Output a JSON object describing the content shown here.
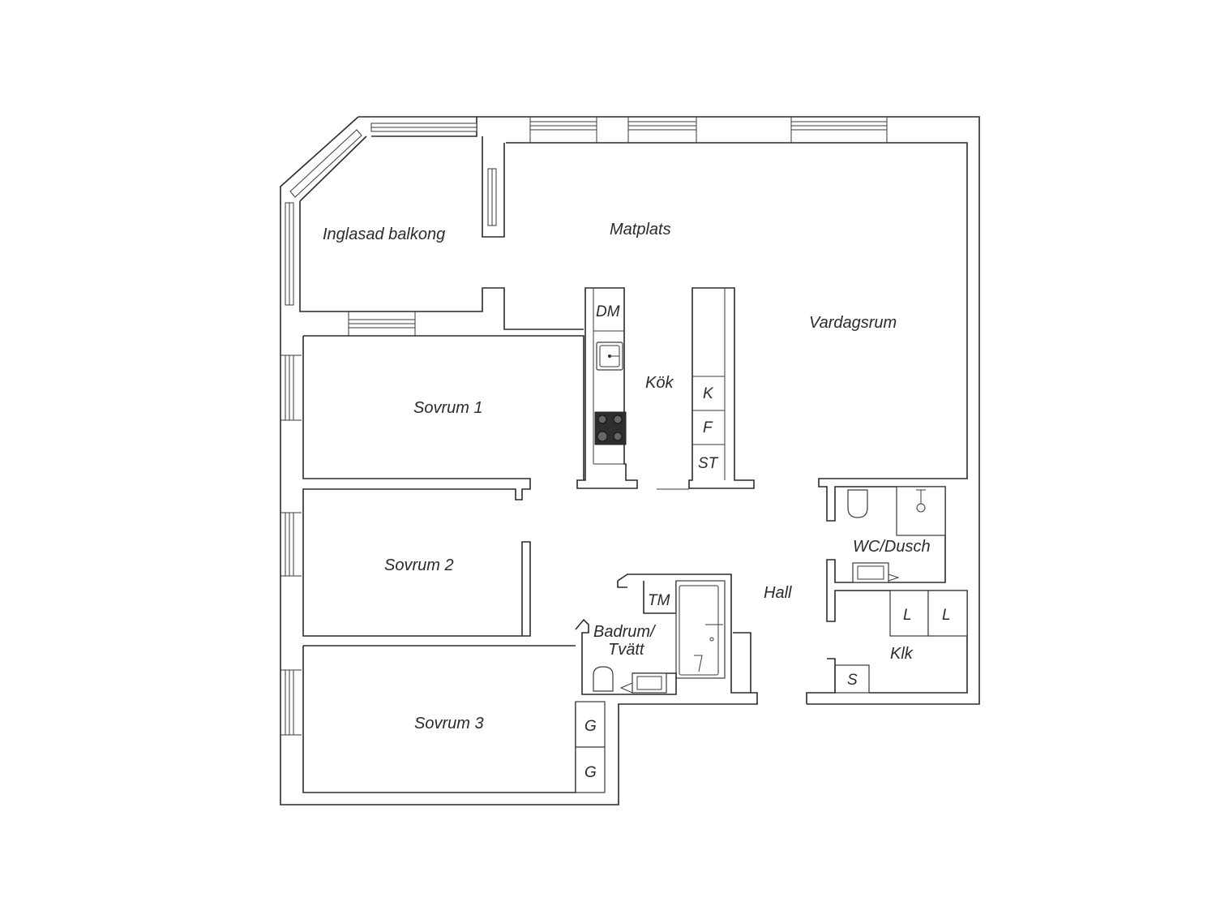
{
  "rooms": {
    "balcony": "Inglasad balkong",
    "dining": "Matplats",
    "living": "Vardagsrum",
    "kitchen": "Kök",
    "bedroom1": "Sovrum 1",
    "bedroom2": "Sovrum 2",
    "bedroom3": "Sovrum 3",
    "wc_line1": "WC/Dusch",
    "hall": "Hall",
    "bath_line1": "Badrum/",
    "bath_line2": "Tvätt",
    "closet": "Klk"
  },
  "fixtures": {
    "dishwasher": "DM",
    "fridge": "K",
    "freezer": "F",
    "storage": "ST",
    "washer": "TM",
    "wardrobe_l1": "L",
    "wardrobe_l2": "L",
    "wardrobe_s": "S",
    "wardrobe_g1": "G",
    "wardrobe_g2": "G"
  }
}
